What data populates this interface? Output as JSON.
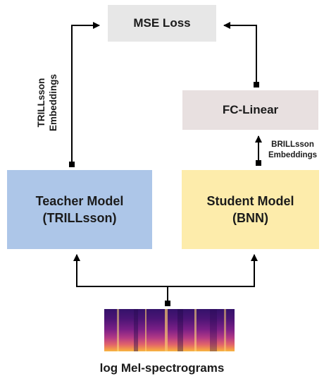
{
  "boxes": {
    "mse_loss": "MSE Loss",
    "fc_linear": "FC-Linear",
    "teacher_model": {
      "line1": "Teacher Model",
      "line2": "(TRILLsson)"
    },
    "student_model": {
      "line1": "Student Model",
      "line2": "(BNN)"
    }
  },
  "labels": {
    "trillsson_embeddings": {
      "line1": "TRILLsson",
      "line2": "Embeddings"
    },
    "brillsson_embeddings": {
      "line1": "BRILLsson",
      "line2": "Embeddings"
    },
    "spectrogram_caption": "log Mel-spectrograms"
  },
  "colors": {
    "mse_loss_fill": "#e7e7e7",
    "fc_linear_fill": "#e8e0e0",
    "teacher_fill": "#adc6e8",
    "student_fill": "#fdecab",
    "connector": "#000000"
  }
}
